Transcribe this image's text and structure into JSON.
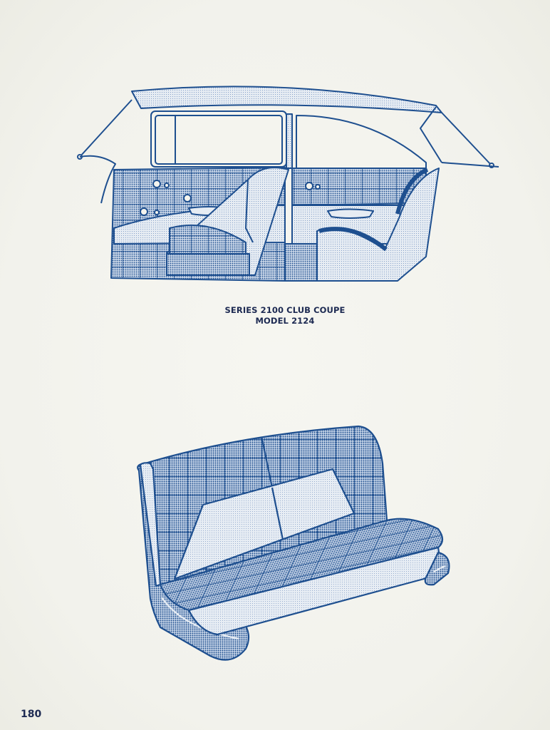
{
  "page": {
    "number": "180",
    "background_color": "#f4f4ee",
    "ink_color": "#1e4f8f"
  },
  "figures": [
    {
      "id": "car-interior",
      "description": "Side cutaway view of club coupe interior showing door panel, front seat and rear seat"
    },
    {
      "id": "bench-seat",
      "description": "Bench seat with plaid upholstery"
    }
  ],
  "caption": {
    "line1": "SERIES 2100 CLUB COUPE",
    "line2": "MODEL 2124"
  }
}
